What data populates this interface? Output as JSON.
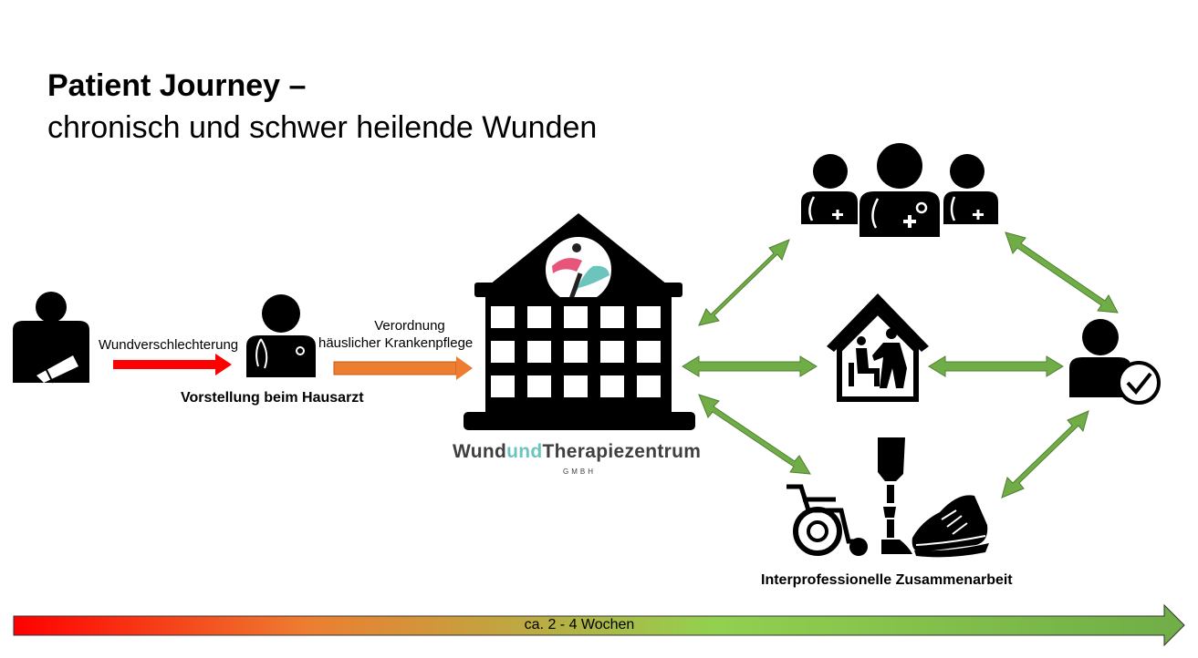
{
  "title": "Patient Journey –",
  "subtitle": "chronisch und schwer heilende Wunden",
  "labels": {
    "wundverschlechterung": "Wundverschlechterung",
    "vorstellung": "Vorstellung beim Hausarzt",
    "verordnung_1": "Verordnung",
    "verordnung_2": "häuslicher Krankenpflege",
    "interprofessionell": "Interprofessionelle Zusammenarbeit",
    "timeline": "ca. 2 - 4 Wochen"
  },
  "brand": {
    "part1": "Wund",
    "part2": "und",
    "part3": "Therapiezentrum",
    "sub": "GMBH"
  },
  "colors": {
    "arrow_red": "#ff0000",
    "arrow_orange": "#ed7d31",
    "arrow_green": "#70ad47",
    "brand_teal": "#6cc5bd",
    "brand_pink": "#e8557a"
  },
  "icons": [
    "patient-wound-icon",
    "doctor-icon",
    "wound-center-building-icon",
    "doctors-team-icon",
    "home-care-icon",
    "patient-checked-icon",
    "wheelchair-icon",
    "prosthesis-icon",
    "shoe-icon"
  ]
}
